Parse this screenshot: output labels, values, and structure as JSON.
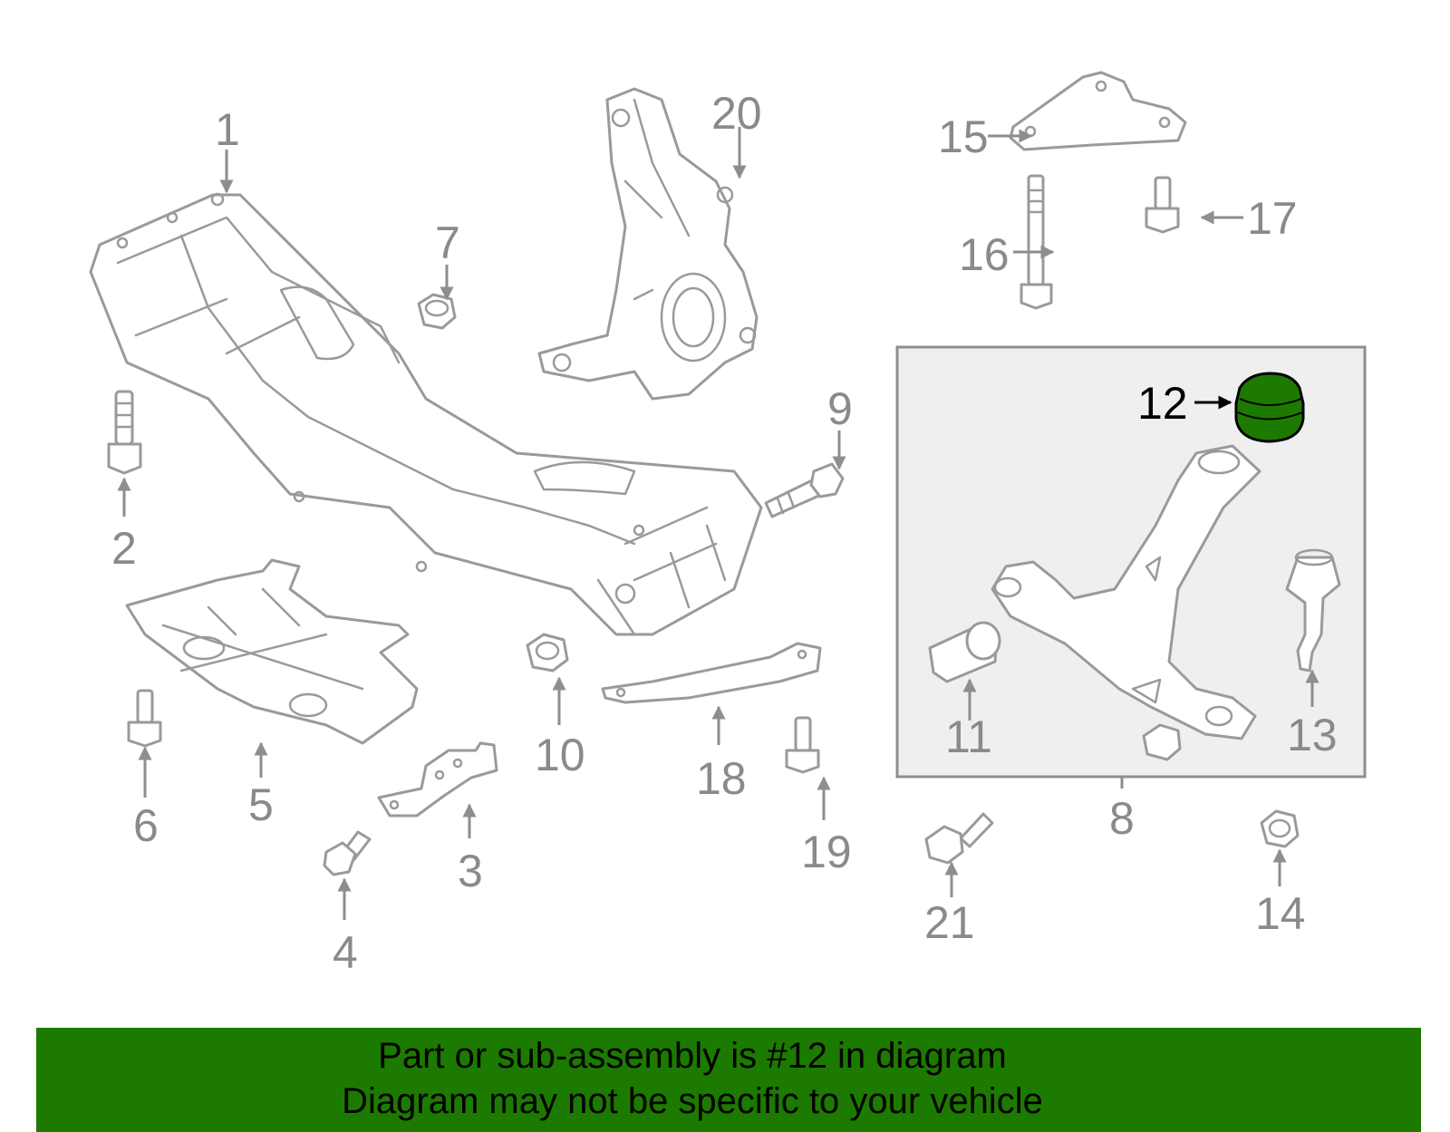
{
  "diagram": {
    "highlighted_part": "12",
    "highlight_color": "#1d7a00",
    "callouts": [
      {
        "id": "c1",
        "label": "1"
      },
      {
        "id": "c2",
        "label": "2"
      },
      {
        "id": "c3",
        "label": "3"
      },
      {
        "id": "c4",
        "label": "4"
      },
      {
        "id": "c5",
        "label": "5"
      },
      {
        "id": "c6",
        "label": "6"
      },
      {
        "id": "c7",
        "label": "7"
      },
      {
        "id": "c8",
        "label": "8"
      },
      {
        "id": "c9",
        "label": "9"
      },
      {
        "id": "c10",
        "label": "10"
      },
      {
        "id": "c11",
        "label": "11"
      },
      {
        "id": "c12",
        "label": "12"
      },
      {
        "id": "c13",
        "label": "13"
      },
      {
        "id": "c14",
        "label": "14"
      },
      {
        "id": "c15",
        "label": "15"
      },
      {
        "id": "c16",
        "label": "16"
      },
      {
        "id": "c17",
        "label": "17"
      },
      {
        "id": "c18",
        "label": "18"
      },
      {
        "id": "c19",
        "label": "19"
      },
      {
        "id": "c20",
        "label": "20"
      },
      {
        "id": "c21",
        "label": "21"
      }
    ]
  },
  "banner": {
    "line1": "Part or sub-assembly is #12 in diagram",
    "line2": "Diagram may not be specific to your vehicle",
    "background": "#1d7a00"
  }
}
